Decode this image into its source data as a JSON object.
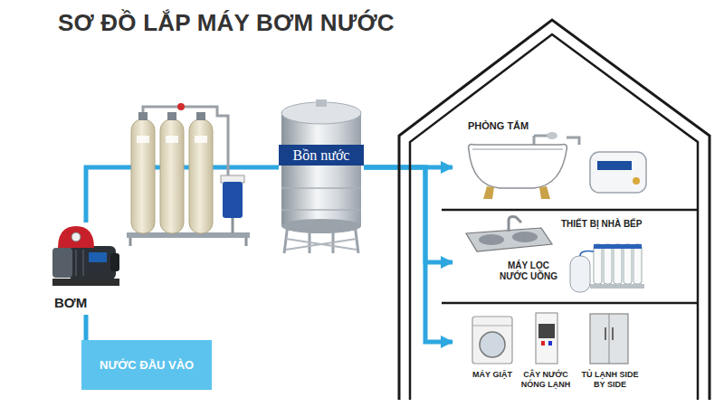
{
  "diagram": {
    "title": "SƠ ĐỒ LẮP MÁY BƠM NƯỚC",
    "nodes": [
      {
        "text": [
          "NƯỚC ĐẦU VÀO"
        ]
      },
      {
        "text": [
          "BƠM"
        ]
      },
      {
        "text": [
          "Bồn nước"
        ]
      },
      {
        "text": [
          "PHÒNG TẮM"
        ]
      },
      {
        "text": [
          "THIẾT BỊ NHÀ BẾP",
          "MÁY LỌC NƯỚC UỐNG"
        ]
      },
      {
        "text": [
          "MÁY GIẶT",
          "CÂY NƯỚC NÓNG LẠNH",
          "TỦ LẠNH SIDE BY SIDE"
        ]
      }
    ],
    "edges": [
      {
        "from": 0,
        "to": 1,
        "arrow": "none"
      },
      {
        "from": 1,
        "to": 2,
        "arrow": "none"
      },
      {
        "from": 2,
        "to": 3,
        "arrow": "to"
      },
      {
        "from": 2,
        "to": 4,
        "arrow": "to"
      },
      {
        "from": 2,
        "to": 5,
        "arrow": "to"
      }
    ]
  }
}
